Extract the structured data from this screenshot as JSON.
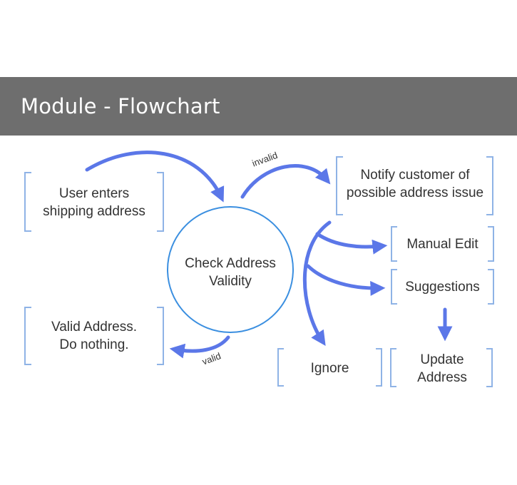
{
  "header": {
    "title": "Module - Flowchart"
  },
  "colors": {
    "arrow": "#5b77e8",
    "bracket": "#8fb3e6",
    "circle": "#3b8fe0",
    "banner": "#6e6e6e"
  },
  "nodes": {
    "user_enters": "User enters\nshipping address",
    "check": "Check Address\nValidity",
    "notify": "Notify customer of\npossible address issue",
    "manual_edit": "Manual Edit",
    "suggestions": "Suggestions",
    "valid": "Valid Address.\nDo nothing.",
    "ignore": "Ignore",
    "update": "Update\nAddress"
  },
  "edges": {
    "invalid": "invalid",
    "valid": "valid"
  }
}
